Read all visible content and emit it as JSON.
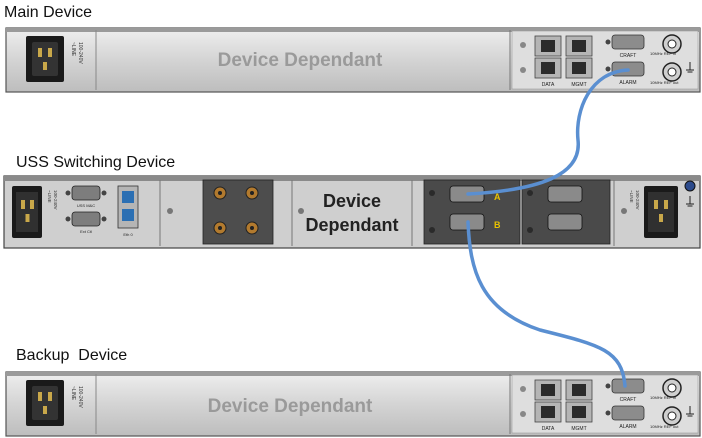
{
  "devices": {
    "main": {
      "title": "Main Device",
      "panel_label": "Device Dependant"
    },
    "uss": {
      "title": "USS Switching Device",
      "panel_label_line1": "Device",
      "panel_label_line2": "Dependant",
      "port_a": "A",
      "port_b": "B"
    },
    "backup": {
      "title": "Backup  Device",
      "panel_label": "Device Dependant"
    }
  },
  "rear_panel": {
    "port_data": "DATA",
    "port_mgmt": "MGMT",
    "port_craft": "CRAFT",
    "port_alarm": "ALARM",
    "ref_in": "10MHz REF In",
    "ref_out": "10MHz REF out"
  },
  "colors": {
    "cable": "#5a8fd1",
    "chassis": "#d6d6d6",
    "dark_module": "#4a4a4a",
    "port_label_yellow": "#e8c200"
  }
}
